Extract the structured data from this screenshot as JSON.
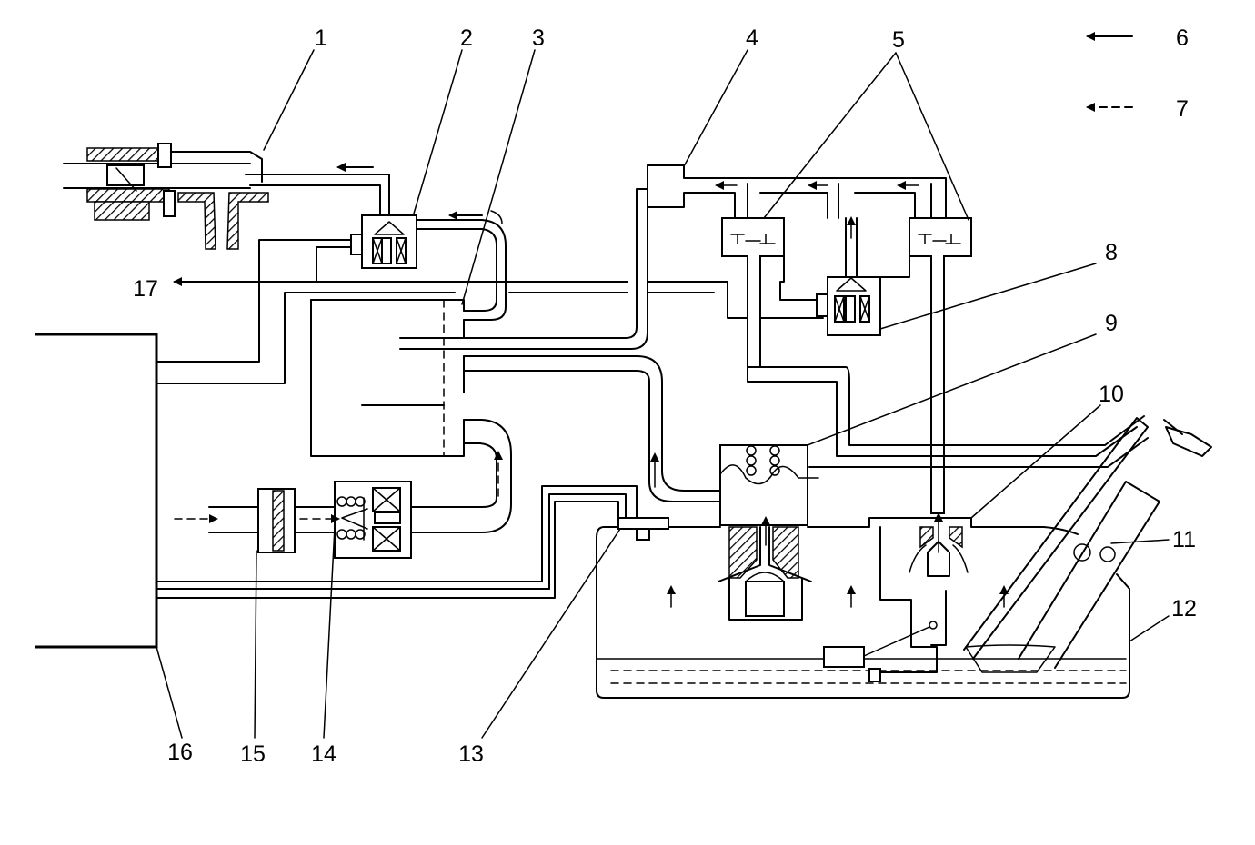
{
  "callouts": [
    "1",
    "2",
    "3",
    "4",
    "5",
    "6",
    "7",
    "8",
    "9",
    "10",
    "11",
    "12",
    "13",
    "14",
    "15",
    "16",
    "17"
  ],
  "colors": {
    "ink": "#000000",
    "paper": "#ffffff"
  }
}
